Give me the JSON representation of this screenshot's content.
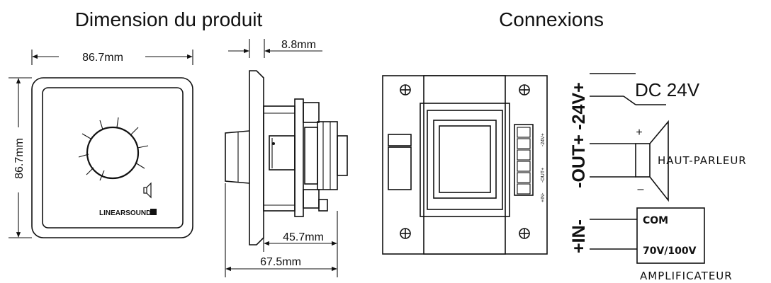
{
  "titles": {
    "dimension": "Dimension du produit",
    "connections": "Connexions"
  },
  "dimensions": {
    "width": "86.7mm",
    "height": "86.7mm",
    "faceplate_depth": "8.8mm",
    "body_depth": "45.7mm",
    "total_depth": "67.5mm"
  },
  "brand": "LINEARSOUND",
  "terminals": {
    "power": "-24V+",
    "output": "-OUT+",
    "input": "+IN-",
    "block_labels": [
      "+IN-",
      "-OUT+",
      "-24V+"
    ]
  },
  "power_label": "DC 24V",
  "speaker": {
    "label": "HAUT-PARLEUR",
    "plus": "+",
    "minus": "–"
  },
  "amplifier": {
    "label": "AMPLIFICATEUR",
    "com": "COM",
    "voltage": "70V/100V"
  },
  "colors": {
    "ink": "#111111",
    "background": "#ffffff"
  }
}
